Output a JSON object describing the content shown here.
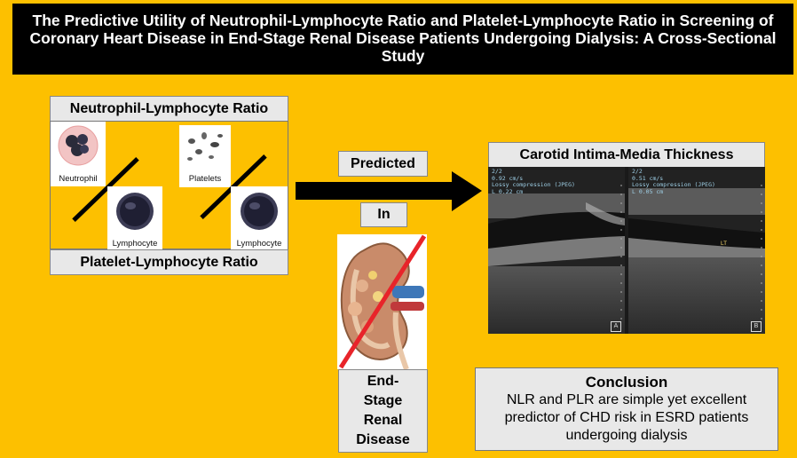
{
  "title": "The Predictive Utility of Neutrophil-Lymphocyte Ratio and Platelet-Lymphocyte Ratio in Screening of Coronary Heart Disease in End-Stage Renal Disease Patients Undergoing Dialysis: A Cross-Sectional Study",
  "left_panel": {
    "top_label": "Neutrophil-Lymphocyte Ratio",
    "bottom_label": "Platelet-Lymphocyte Ratio",
    "cells": {
      "neutrophil": "Neutrophil",
      "lymphocyte_1": "Lymphocyte",
      "platelets": "Platelets",
      "lymphocyte_2": "Lymphocyte"
    }
  },
  "middle": {
    "predicted": "Predicted",
    "in": "In",
    "esrd": [
      "End-",
      "Stage",
      "Renal",
      "Disease"
    ]
  },
  "right_panel": {
    "label": "Carotid Intima-Media Thickness",
    "panel_a": {
      "letter": "A",
      "readout_1": "2/2",
      "readout_2": "0.92 cm/s",
      "readout_3": "Lossy compression (JPEG)",
      "readout_4": "L  0.22 cm"
    },
    "panel_b": {
      "letter": "B",
      "readout_1": "2/2",
      "readout_2": "0.51 cm/s",
      "readout_3": "Lossy compression (JPEG)",
      "readout_4": "L  0.05 cm",
      "marker": "LT"
    }
  },
  "conclusion": {
    "heading": "Conclusion",
    "text": "NLR and PLR are simple yet excellent predictor of CHD risk in ESRD patients undergoing dialysis"
  },
  "colors": {
    "background": "#FDC000",
    "title_bg": "#000000",
    "label_bg": "#E8E8E8",
    "arrow": "#000000",
    "red_slash": "#E8242A"
  }
}
